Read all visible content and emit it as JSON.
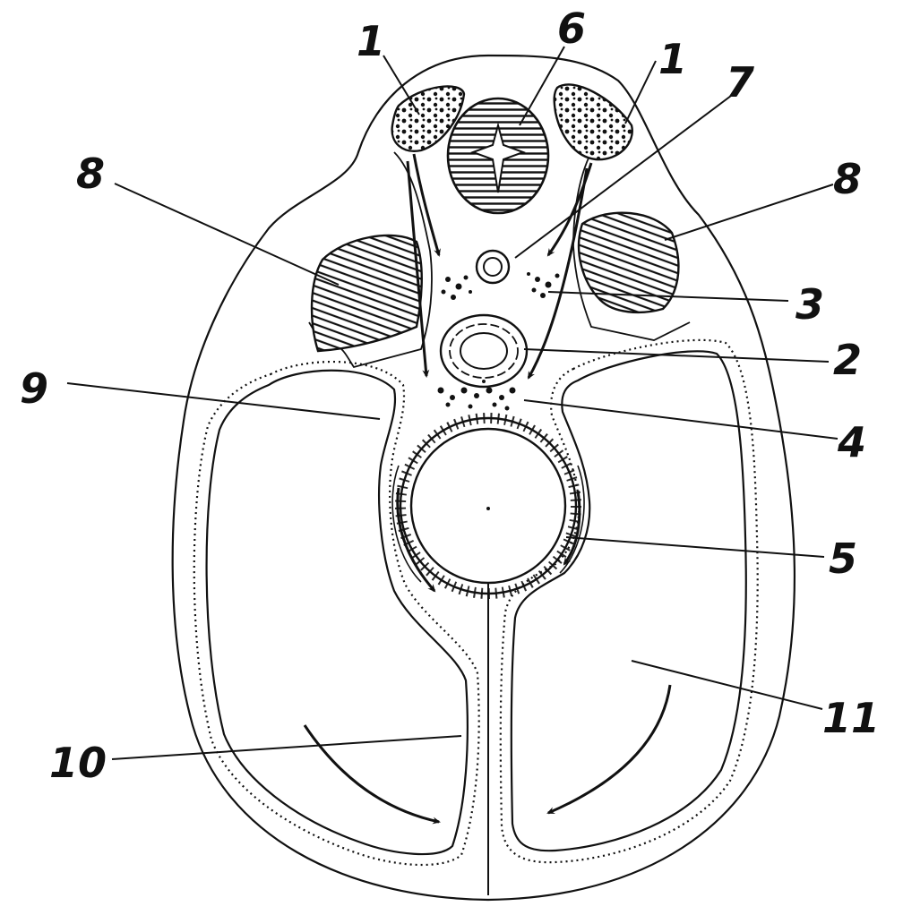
{
  "labels": {
    "l1a": "1",
    "l1b": "1",
    "l2": "2",
    "l3": "3",
    "l4": "4",
    "l5": "5",
    "l6": "6",
    "l7": "7",
    "l8a": "8",
    "l8b": "8",
    "l9": "9",
    "l10": "10",
    "l11": "11"
  }
}
